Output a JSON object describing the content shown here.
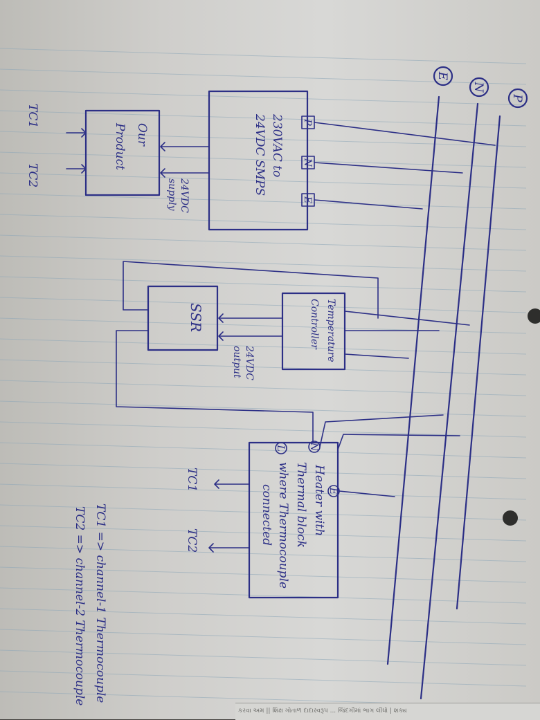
{
  "terminals": {
    "p": "P",
    "n": "N",
    "e": "E"
  },
  "smps": {
    "label_line1": "230VAC to",
    "label_line2": "24VDC SMPS",
    "term_p": "P",
    "term_n": "N",
    "term_e": "E"
  },
  "supply_label": {
    "line1": "24VDC",
    "line2": "supply"
  },
  "product": {
    "line1": "Our",
    "line2": "Product"
  },
  "product_tc": {
    "tc1": "TC1",
    "tc2": "TC2"
  },
  "controller": {
    "line1": "Temperature",
    "line2": "Controller"
  },
  "output_label": {
    "line1": "24VDC",
    "line2": "output"
  },
  "ssr": {
    "label": "SSR"
  },
  "heater": {
    "term_n": "N",
    "term_l": "L",
    "term_e": "E",
    "line1": "Heater with",
    "line2": "Thermal block",
    "line3": "where Thermocouple",
    "line4": "connected"
  },
  "heater_tc": {
    "tc1": "TC1",
    "tc2": "TC2"
  },
  "legend": {
    "line1": "TC1 => channel-1 Thermocouple",
    "line2": "TC2 => channel-2 Thermocouple"
  },
  "footer_strip": {
    "text": "કરવા અમ || શિક્ષ ગોતાળ દાદાસ્વરૂપ ... જિંદગીમાં ભાગ લીધો | શક્ય"
  },
  "colors": {
    "ink": "#2c2f86",
    "paper": "#d8d8d6"
  }
}
